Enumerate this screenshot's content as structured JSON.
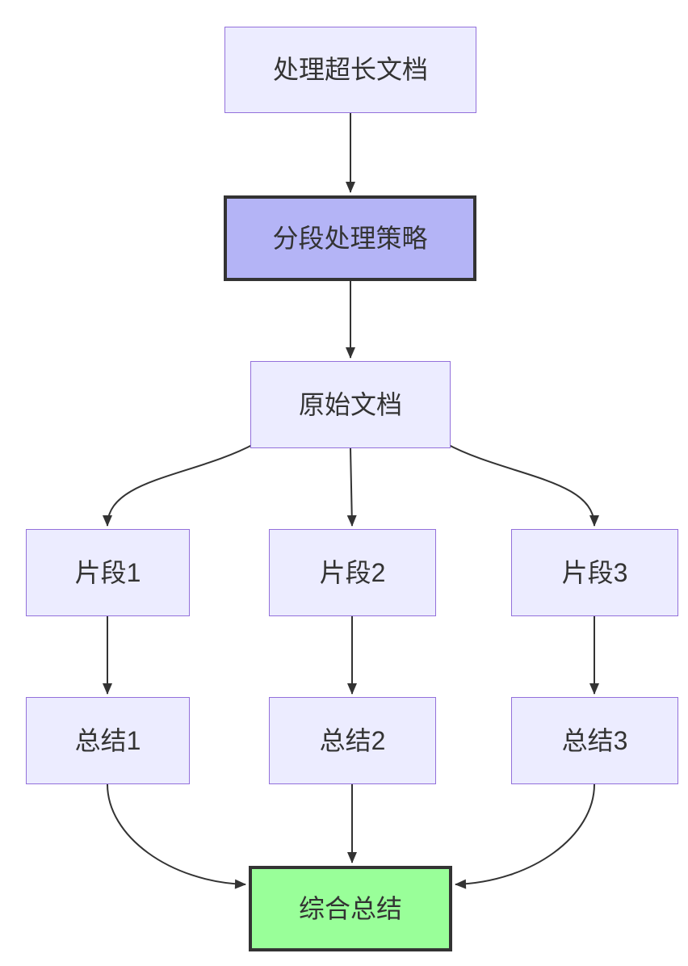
{
  "diagram": {
    "type": "flowchart-top-down",
    "nodes": {
      "process_long_doc": {
        "label": "处理超长文档"
      },
      "segmentation_strategy": {
        "label": "分段处理策略"
      },
      "original_document": {
        "label": "原始文档"
      },
      "fragment1": {
        "label": "片段1"
      },
      "fragment2": {
        "label": "片段2"
      },
      "fragment3": {
        "label": "片段3"
      },
      "summary1": {
        "label": "总结1"
      },
      "summary2": {
        "label": "总结2"
      },
      "summary3": {
        "label": "总结3"
      },
      "final_summary": {
        "label": "综合总结"
      }
    },
    "edges": [
      {
        "from": "process_long_doc",
        "to": "segmentation_strategy"
      },
      {
        "from": "segmentation_strategy",
        "to": "original_document"
      },
      {
        "from": "original_document",
        "to": "fragment1"
      },
      {
        "from": "original_document",
        "to": "fragment2"
      },
      {
        "from": "original_document",
        "to": "fragment3"
      },
      {
        "from": "fragment1",
        "to": "summary1"
      },
      {
        "from": "fragment2",
        "to": "summary2"
      },
      {
        "from": "fragment3",
        "to": "summary3"
      },
      {
        "from": "summary1",
        "to": "final_summary"
      },
      {
        "from": "summary2",
        "to": "final_summary"
      },
      {
        "from": "summary3",
        "to": "final_summary"
      }
    ],
    "colors": {
      "default_node_fill": "#ececff",
      "default_node_border": "#9370db",
      "emphasis_node_fill": "#b4b4f6",
      "emphasis_node_border": "#333333",
      "success_node_fill": "#99ff99",
      "success_node_border": "#333333",
      "edge_color": "#333333",
      "text_color": "#333333"
    }
  }
}
